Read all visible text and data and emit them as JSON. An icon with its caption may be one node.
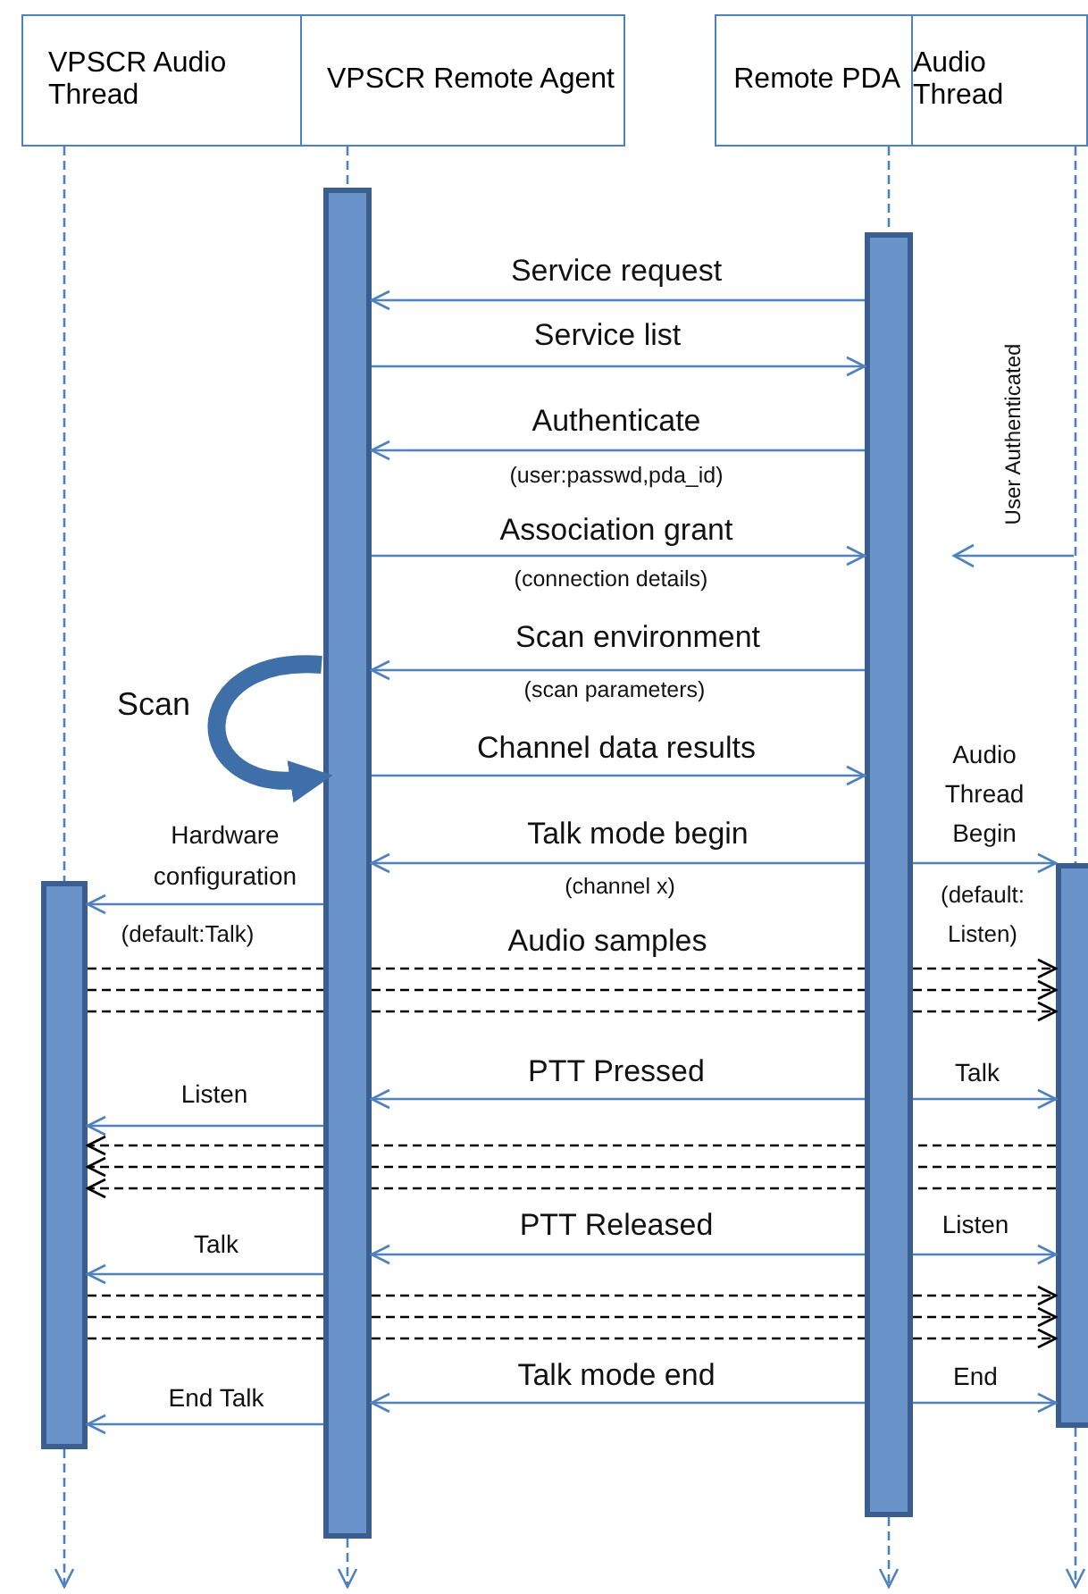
{
  "diagram": {
    "nodes": [
      {
        "text": [
          "VPSCR Audio Thread"
        ]
      },
      {
        "text": [
          "VPSCR Remote Agent"
        ]
      },
      {
        "text": [
          "Remote PDA"
        ]
      },
      {
        "text": [
          "Audio Thread"
        ]
      },
      {
        "text": [],
        "shape": "bar"
      },
      {
        "text": [],
        "shape": "bar"
      },
      {
        "text": [],
        "shape": "bar"
      },
      {
        "text": [],
        "shape": "bar"
      }
    ],
    "edges": [
      {
        "from": 6,
        "to": 5,
        "arrow": "to",
        "label": "Service request",
        "color": "#4f81bd"
      },
      {
        "from": 5,
        "to": 6,
        "arrow": "to",
        "label": "Service list",
        "color": "#4f81bd"
      },
      {
        "from": 6,
        "to": 5,
        "arrow": "to",
        "label": "Authenticate",
        "color": "#4f81bd"
      },
      {
        "from": 5,
        "to": 6,
        "arrow": "to",
        "label": "Association grant",
        "color": "#4f81bd"
      },
      {
        "from": 6,
        "to": 5,
        "arrow": "to",
        "label": "Scan environment",
        "color": "#4f81bd"
      },
      {
        "from": 5,
        "to": 5,
        "arrow": "to",
        "label": "Scan",
        "style": "thick",
        "color": "#3f6fa8"
      },
      {
        "from": 5,
        "to": 6,
        "arrow": "to",
        "label": "Channel data results",
        "color": "#4f81bd"
      },
      {
        "from": 6,
        "to": 5,
        "arrow": "to",
        "label": "Talk mode begin",
        "color": "#4f81bd"
      },
      {
        "from": 6,
        "to": 7,
        "arrow": "to",
        "label": "Audio Thread Begin",
        "color": "#4f81bd"
      },
      {
        "from": 5,
        "to": 4,
        "arrow": "to",
        "label": "Hardware configuration",
        "color": "#4f81bd"
      },
      {
        "from": 4,
        "to": 5,
        "arrow": "none",
        "style": "dashed"
      },
      {
        "from": 5,
        "to": 6,
        "arrow": "none",
        "label": "Audio samples",
        "style": "dashed"
      },
      {
        "from": 6,
        "to": 7,
        "arrow": "to",
        "style": "dashed"
      },
      {
        "from": 4,
        "to": 5,
        "arrow": "none",
        "style": "dashed"
      },
      {
        "from": 5,
        "to": 6,
        "arrow": "none",
        "style": "dashed"
      },
      {
        "from": 6,
        "to": 7,
        "arrow": "to",
        "style": "dashed"
      },
      {
        "from": 4,
        "to": 5,
        "arrow": "none",
        "style": "dashed"
      },
      {
        "from": 5,
        "to": 6,
        "arrow": "none",
        "style": "dashed"
      },
      {
        "from": 6,
        "to": 7,
        "arrow": "to",
        "style": "dashed"
      },
      {
        "from": 6,
        "to": 5,
        "arrow": "to",
        "label": "PTT Pressed",
        "color": "#4f81bd"
      },
      {
        "from": 6,
        "to": 7,
        "arrow": "to",
        "label": "Talk",
        "color": "#4f81bd"
      },
      {
        "from": 5,
        "to": 4,
        "arrow": "to",
        "label": "Listen",
        "color": "#4f81bd"
      },
      {
        "from": 7,
        "to": 6,
        "arrow": "none",
        "style": "dashed"
      },
      {
        "from": 6,
        "to": 5,
        "arrow": "none",
        "style": "dashed"
      },
      {
        "from": 5,
        "to": 4,
        "arrow": "to",
        "style": "dashed"
      },
      {
        "from": 7,
        "to": 6,
        "arrow": "none",
        "style": "dashed"
      },
      {
        "from": 6,
        "to": 5,
        "arrow": "none",
        "style": "dashed"
      },
      {
        "from": 5,
        "to": 4,
        "arrow": "to",
        "style": "dashed"
      },
      {
        "from": 7,
        "to": 6,
        "arrow": "none",
        "style": "dashed"
      },
      {
        "from": 6,
        "to": 5,
        "arrow": "none",
        "style": "dashed"
      },
      {
        "from": 5,
        "to": 4,
        "arrow": "to",
        "style": "dashed"
      },
      {
        "from": 6,
        "to": 5,
        "arrow": "to",
        "label": "PTT Released",
        "color": "#4f81bd"
      },
      {
        "from": 6,
        "to": 7,
        "arrow": "to",
        "label": "Listen",
        "color": "#4f81bd"
      },
      {
        "from": 5,
        "to": 4,
        "arrow": "to",
        "label": "Talk",
        "color": "#4f81bd"
      },
      {
        "from": 4,
        "to": 5,
        "arrow": "none",
        "style": "dashed"
      },
      {
        "from": 5,
        "to": 6,
        "arrow": "none",
        "style": "dashed"
      },
      {
        "from": 6,
        "to": 7,
        "arrow": "to",
        "style": "dashed"
      },
      {
        "from": 4,
        "to": 5,
        "arrow": "none",
        "style": "dashed"
      },
      {
        "from": 5,
        "to": 6,
        "arrow": "none",
        "style": "dashed"
      },
      {
        "from": 6,
        "to": 7,
        "arrow": "to",
        "style": "dashed"
      },
      {
        "from": 4,
        "to": 5,
        "arrow": "none",
        "style": "dashed"
      },
      {
        "from": 5,
        "to": 6,
        "arrow": "none",
        "style": "dashed"
      },
      {
        "from": 6,
        "to": 7,
        "arrow": "to",
        "style": "dashed"
      },
      {
        "from": 6,
        "to": 5,
        "arrow": "to",
        "label": "Talk mode end",
        "color": "#4f81bd"
      },
      {
        "from": 6,
        "to": 7,
        "arrow": "to",
        "label": "End",
        "color": "#4f81bd"
      },
      {
        "from": 5,
        "to": 4,
        "arrow": "to",
        "label": "End Talk",
        "color": "#4f81bd"
      },
      {
        "from": 0,
        "to": 4,
        "arrow": "none",
        "style": "dashed",
        "color": "#4f81bd"
      },
      {
        "from": 1,
        "to": 5,
        "arrow": "none",
        "style": "dashed",
        "color": "#4f81bd"
      },
      {
        "from": 2,
        "to": 6,
        "arrow": "none",
        "style": "dashed",
        "color": "#4f81bd"
      },
      {
        "from": 3,
        "to": 7,
        "arrow": "none",
        "style": "dashed",
        "color": "#4f81bd"
      },
      {
        "from": 4,
        "to": null,
        "arrow": "to",
        "style": "dashed",
        "color": "#4f81bd"
      },
      {
        "from": 5,
        "to": null,
        "arrow": "to",
        "style": "dashed",
        "color": "#4f81bd"
      },
      {
        "from": 6,
        "to": null,
        "arrow": "to",
        "style": "dashed",
        "color": "#4f81bd"
      },
      {
        "from": 7,
        "to": null,
        "arrow": "to",
        "style": "dashed",
        "color": "#4f81bd"
      }
    ],
    "labels": [
      "(user:passwd,pda_id)",
      "(connection details)",
      "User Authenticated",
      "(scan parameters)",
      "(channel x)",
      "(default: Listen)",
      "(default:Talk)"
    ]
  }
}
